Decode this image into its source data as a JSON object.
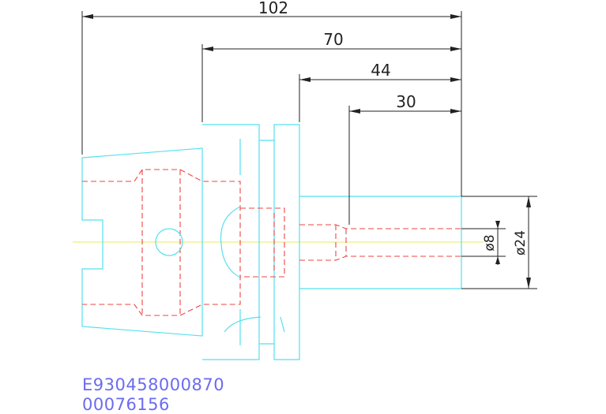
{
  "drawing": {
    "dimensions": {
      "overall_length": "102",
      "flange_length": "70",
      "shank_length": "44",
      "bore_depth": "30",
      "bore_diameter": "ø8",
      "shank_diameter": "ø24"
    },
    "colors": {
      "outline": "#55e0f0",
      "hidden": "#ee4444",
      "centerline": "#e8e860",
      "dimension": "#222222",
      "code_text": "#6b6bf0"
    }
  },
  "codes": {
    "part_number": "E930458000870",
    "item_number": "00076156"
  }
}
